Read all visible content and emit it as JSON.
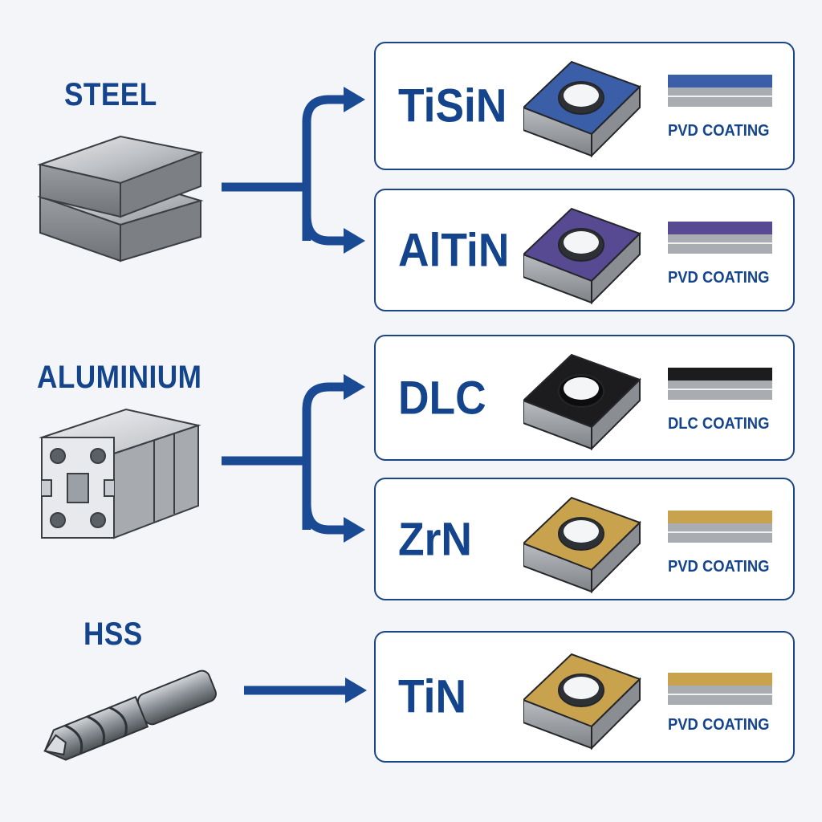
{
  "materials": [
    {
      "name": "STEEL",
      "icon": "steel-plates-icon"
    },
    {
      "name": "ALUMINIUM",
      "icon": "aluminium-profile-icon"
    },
    {
      "name": "HSS",
      "icon": "drill-bit-icon"
    }
  ],
  "coatings": [
    {
      "name": "TiSiN",
      "coating_type": "PVD COATING",
      "color": "#3a5fa8"
    },
    {
      "name": "AlTiN",
      "coating_type": "PVD COATING",
      "color": "#574a92"
    },
    {
      "name": "DLC",
      "coating_type": "DLC COATING",
      "color": "#1c1c1e"
    },
    {
      "name": "ZrN",
      "coating_type": "PVD COATING",
      "color": "#c9a24e"
    },
    {
      "name": "TiN",
      "coating_type": "PVD COATING",
      "color": "#c9a24e"
    }
  ],
  "colors": {
    "accent": "#14448c",
    "card_border": "#1c4585",
    "background": "#f3f5f8",
    "substrate_gray": "#a9acb1"
  }
}
